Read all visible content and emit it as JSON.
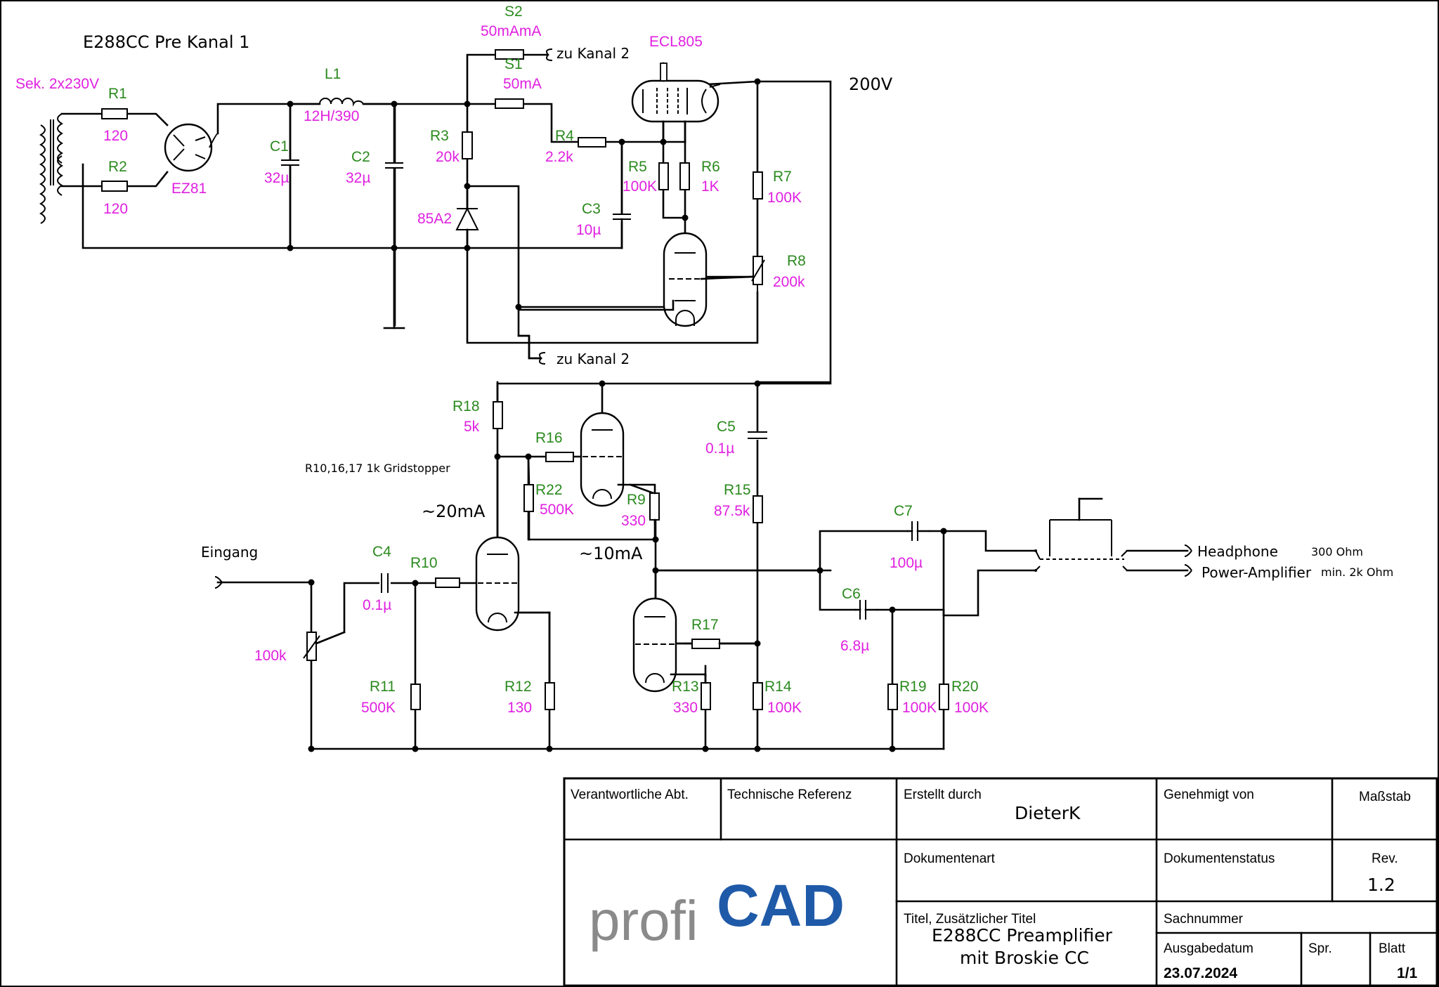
{
  "title": "E288CC Pre Kanal 1",
  "voltage": "200V",
  "transformer": "Sek. 2x230V",
  "notes": {
    "gridstopper": "R10,16,17 1k Gridstopper",
    "i20": "~20mA",
    "i10": "~10mA",
    "zu_kanal2_a": "zu Kanal 2",
    "zu_kanal2_b": "zu Kanal 2"
  },
  "io": {
    "eingang": "Eingang",
    "headphone": "Headphone",
    "headphone_imp": "300 Ohm",
    "power": "Power-Amplifier",
    "power_imp": "min. 2k Ohm"
  },
  "components": {
    "R1": {
      "ref": "R1",
      "value": "120"
    },
    "R2": {
      "ref": "R2",
      "value": "120"
    },
    "EZ81": {
      "value": "EZ81"
    },
    "L1": {
      "ref": "L1",
      "value": "12H/390"
    },
    "C1": {
      "ref": "C1",
      "value": "32µ"
    },
    "C2": {
      "ref": "C2",
      "value": "32µ"
    },
    "S2": {
      "ref": "S2",
      "value": "50mAmA"
    },
    "S1": {
      "ref": "S1",
      "value": "50mA"
    },
    "ECL805": {
      "value": "ECL805"
    },
    "R3": {
      "ref": "R3",
      "value": "20k"
    },
    "Z85A2": {
      "value": "85A2"
    },
    "R4": {
      "ref": "R4",
      "value": "2.2k"
    },
    "R5": {
      "ref": "R5",
      "value": "100K"
    },
    "R6": {
      "ref": "R6",
      "value": "1K"
    },
    "C3": {
      "ref": "C3",
      "value": "10µ"
    },
    "R7": {
      "ref": "R7",
      "value": "100K"
    },
    "R8": {
      "ref": "R8",
      "value": "200k"
    },
    "R18": {
      "ref": "R18",
      "value": "5k"
    },
    "R16": {
      "ref": "R16",
      "value": ""
    },
    "R22": {
      "ref": "R22",
      "value": "500K"
    },
    "R9": {
      "ref": "R9",
      "value": "330"
    },
    "C5": {
      "ref": "C5",
      "value": "0.1µ"
    },
    "R15": {
      "ref": "R15",
      "value": "87.5k"
    },
    "C4": {
      "ref": "C4",
      "value": "0.1µ"
    },
    "R10": {
      "ref": "R10",
      "value": ""
    },
    "POT": {
      "value": "100k"
    },
    "R11": {
      "ref": "R11",
      "value": "500K"
    },
    "R12": {
      "ref": "R12",
      "value": "130"
    },
    "R17": {
      "ref": "R17",
      "value": ""
    },
    "R13": {
      "ref": "R13",
      "value": "330"
    },
    "R14": {
      "ref": "R14",
      "value": "100K"
    },
    "C7": {
      "ref": "C7",
      "value": "100µ"
    },
    "C6": {
      "ref": "C6",
      "value": "6.8µ"
    },
    "R19": {
      "ref": "R19",
      "value": "100K"
    },
    "R20": {
      "ref": "R20",
      "value": "100K"
    }
  },
  "title_block": {
    "verantwortliche": "Verantwortliche Abt.",
    "technische": "Technische Referenz",
    "erstellt_label": "Erstellt durch",
    "erstellt_value": "DieterK",
    "genehmigt": "Genehmigt von",
    "massstab": "Maßstab",
    "dokumentenart": "Dokumentenart",
    "dokumentenstatus": "Dokumentenstatus",
    "rev_label": "Rev.",
    "rev_value": "1.2",
    "logo_a": "profi",
    "logo_b": "CAD",
    "titel_label": "Titel, Zusätzlicher Titel",
    "titel_line1": "E288CC Preamplifier",
    "titel_line2": "mit Broskie CC",
    "sachnummer": "Sachnummer",
    "ausgabe_label": "Ausgabedatum",
    "ausgabe_value": "23.07.2024",
    "spr": "Spr.",
    "blatt_label": "Blatt",
    "blatt_value": "1/1"
  },
  "colors": {
    "designator": "#2b8a1f",
    "value": "#e020e0",
    "logo_grey": "#8a8a8a",
    "logo_blue": "#1f5aa8"
  }
}
